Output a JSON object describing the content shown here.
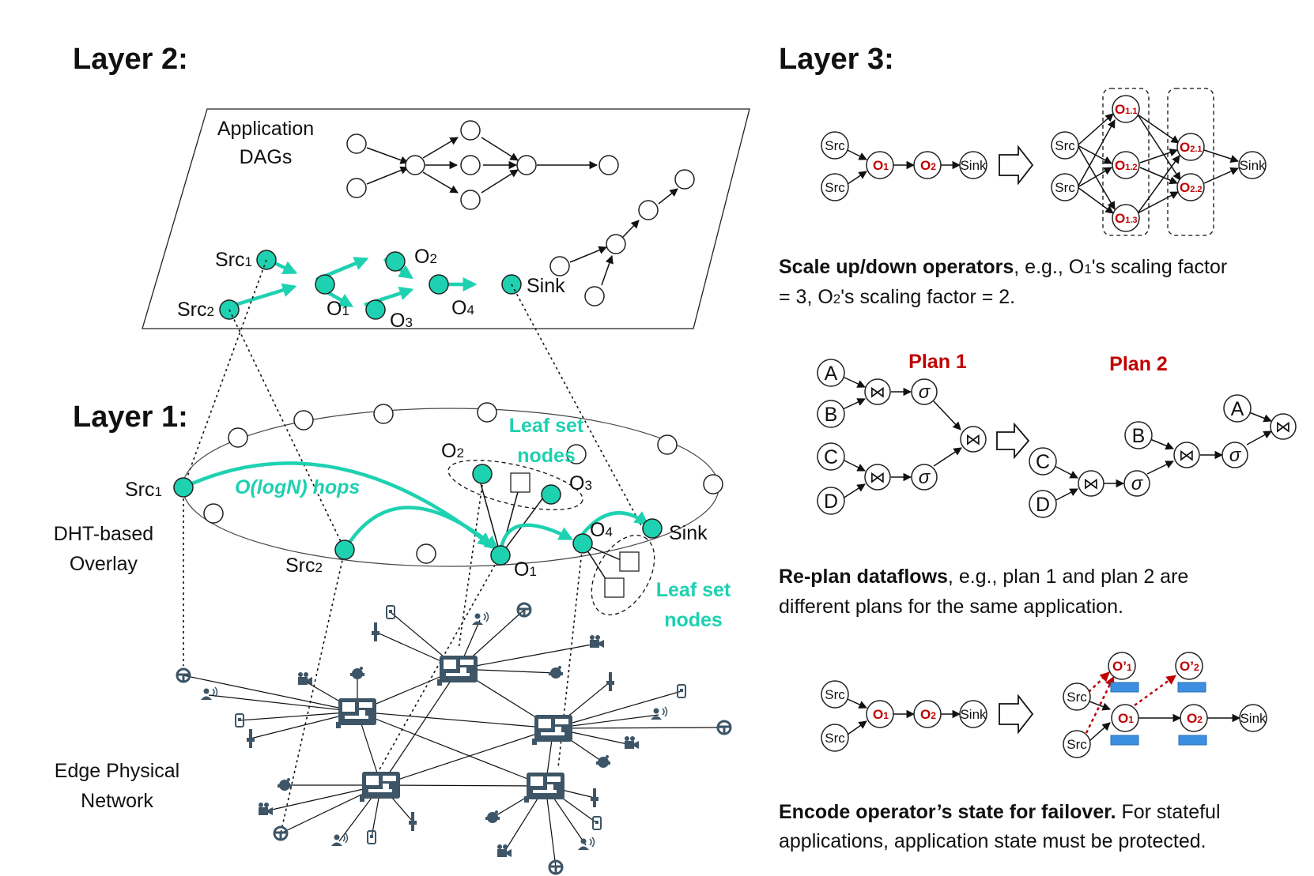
{
  "layer2": {
    "heading": "Layer 2:",
    "app_dags_line1": "Application",
    "app_dags_line2": "DAGs",
    "src1": "Src",
    "src2": "Src",
    "o1": "O",
    "o2": "O",
    "o3": "O",
    "o4": "O",
    "sink": "Sink",
    "sub1": "1",
    "sub2": "2",
    "sub3": "3",
    "sub4": "4"
  },
  "layer1": {
    "heading": "Layer 1:",
    "overlay_line1": "DHT-based",
    "overlay_line2": "Overlay",
    "hops": "O(logN) hops",
    "leaf_line1": "Leaf set",
    "leaf_line2": "nodes",
    "src1": "Src",
    "src2": "Src",
    "o1": "O",
    "o2": "O",
    "o3": "O",
    "o4": "O",
    "sink": "Sink",
    "sub1": "1",
    "sub2": "2",
    "sub3": "3",
    "sub4": "4",
    "edge_line1": "Edge Physical",
    "edge_line2": "Network"
  },
  "layer3": {
    "heading": "Layer 3:",
    "scale": {
      "src": "Src",
      "o": "O",
      "sink": "Sink",
      "sub1": "1",
      "sub2": "2",
      "sub11": "1.1",
      "sub12": "1.2",
      "sub13": "1.3",
      "sub21": "2.1",
      "sub22": "2.2",
      "caption_bold": "Scale up/down operators",
      "caption_rest1": ", e.g., O",
      "caption_sub1": "1",
      "caption_rest2": "'s scaling factor",
      "caption_line2a": "= 3, O",
      "caption_sub2": "2",
      "caption_line2b": "'s scaling factor = 2."
    },
    "replan": {
      "plan1": "Plan 1",
      "plan2": "Plan 2",
      "a": "A",
      "b": "B",
      "c": "C",
      "d": "D",
      "join": "⋈",
      "sigma": "σ",
      "caption_bold": "Re-plan dataflows",
      "caption_rest": ", e.g., plan 1 and plan 2 are",
      "caption_line2": "different plans for the same application."
    },
    "failover": {
      "src": "Src",
      "o": "O",
      "sink": "Sink",
      "sub1": "1",
      "sub2": "2",
      "o1p": "O’",
      "o2p": "O’",
      "caption_bold": "Encode operator’s state for failover.",
      "caption_rest": " For stateful",
      "caption_line2": "applications, application state must be protected."
    }
  },
  "colors": {
    "accent_teal": "#1ed1b1",
    "operator_red": "#c00000",
    "state_blue": "#3c8fe0",
    "device_slate": "#3d5566"
  }
}
